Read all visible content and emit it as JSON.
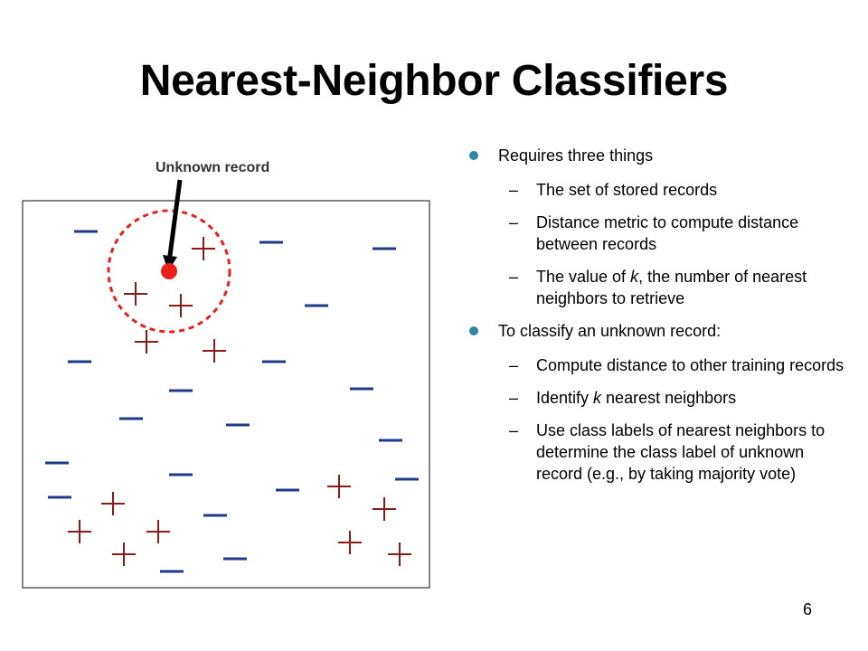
{
  "title": "Nearest-Neighbor Classifiers",
  "diagram": {
    "label": "Unknown record",
    "minus_color": "#1f3a8a",
    "plus_color": "#8b1a1a",
    "query_color": "#e8201c"
  },
  "bullets": [
    {
      "text": "Requires three things",
      "subs": [
        {
          "parts": [
            {
              "t": "The set of stored records"
            }
          ]
        },
        {
          "parts": [
            {
              "t": "Distance metric to compute distance between records"
            }
          ]
        },
        {
          "parts": [
            {
              "t": "The value of "
            },
            {
              "t": "k",
              "i": true
            },
            {
              "t": ", the number of nearest neighbors to retrieve"
            }
          ]
        }
      ]
    },
    {
      "text": "To classify an unknown record:",
      "subs": [
        {
          "parts": [
            {
              "t": "Compute distance to other training records"
            }
          ]
        },
        {
          "parts": [
            {
              "t": "Identify "
            },
            {
              "t": "k",
              "i": true
            },
            {
              "t": " nearest neighbors"
            }
          ]
        },
        {
          "parts": [
            {
              "t": "Use class labels of nearest neighbors to determine the class label of unknown record (e.g., by taking majority vote)"
            }
          ]
        }
      ]
    }
  ],
  "page_number": "6"
}
